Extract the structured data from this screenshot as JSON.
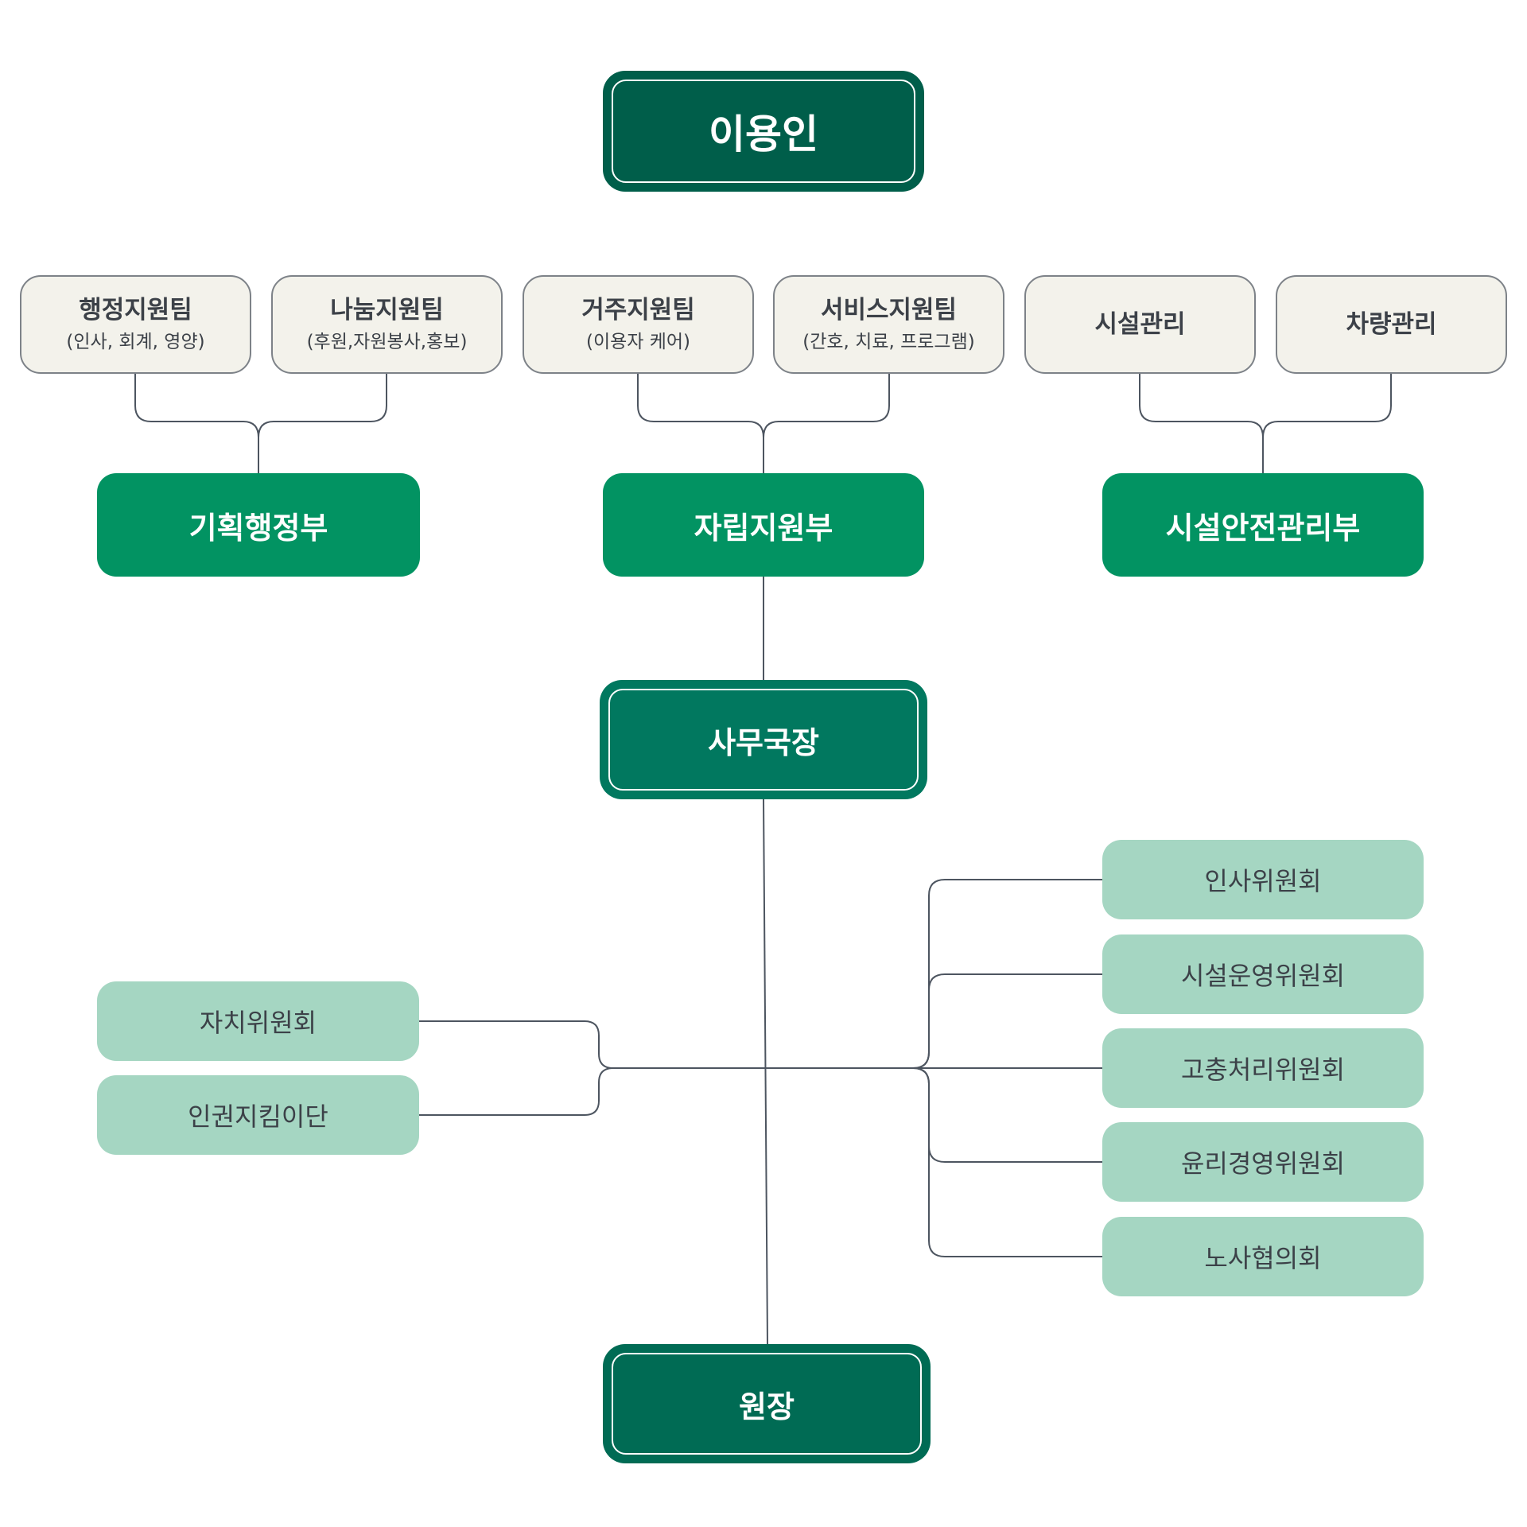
{
  "top": {
    "label": "이용인"
  },
  "teams": [
    {
      "title": "행정지원팀",
      "sub": "(인사, 회계, 영양)"
    },
    {
      "title": "나눔지원팀",
      "sub": "(후원,자원봉사,홍보)"
    },
    {
      "title": "거주지원팀",
      "sub": "(이용자 케어)"
    },
    {
      "title": "서비스지원팀",
      "sub": "(간호, 치료, 프로그램)"
    },
    {
      "title": "시설관리",
      "sub": ""
    },
    {
      "title": "차량관리",
      "sub": ""
    }
  ],
  "departments": [
    {
      "label": "기획행정부"
    },
    {
      "label": "자립지원부"
    },
    {
      "label": "시설안전관리부"
    }
  ],
  "secretary": {
    "label": "사무국장"
  },
  "left_committees": [
    {
      "label": "자치위원회"
    },
    {
      "label": "인권지킴이단"
    }
  ],
  "right_committees": [
    {
      "label": "인사위원회"
    },
    {
      "label": "시설운영위원회"
    },
    {
      "label": "고충처리위원회"
    },
    {
      "label": "윤리경영위원회"
    },
    {
      "label": "노사협의회"
    }
  ],
  "director": {
    "label": "원장"
  },
  "colors": {
    "frame_dark": "#005e4a",
    "department": "#029362",
    "team_fill": "#f3f2eb",
    "committee_fill": "#a5d6c2",
    "connector": "#4d5560"
  }
}
